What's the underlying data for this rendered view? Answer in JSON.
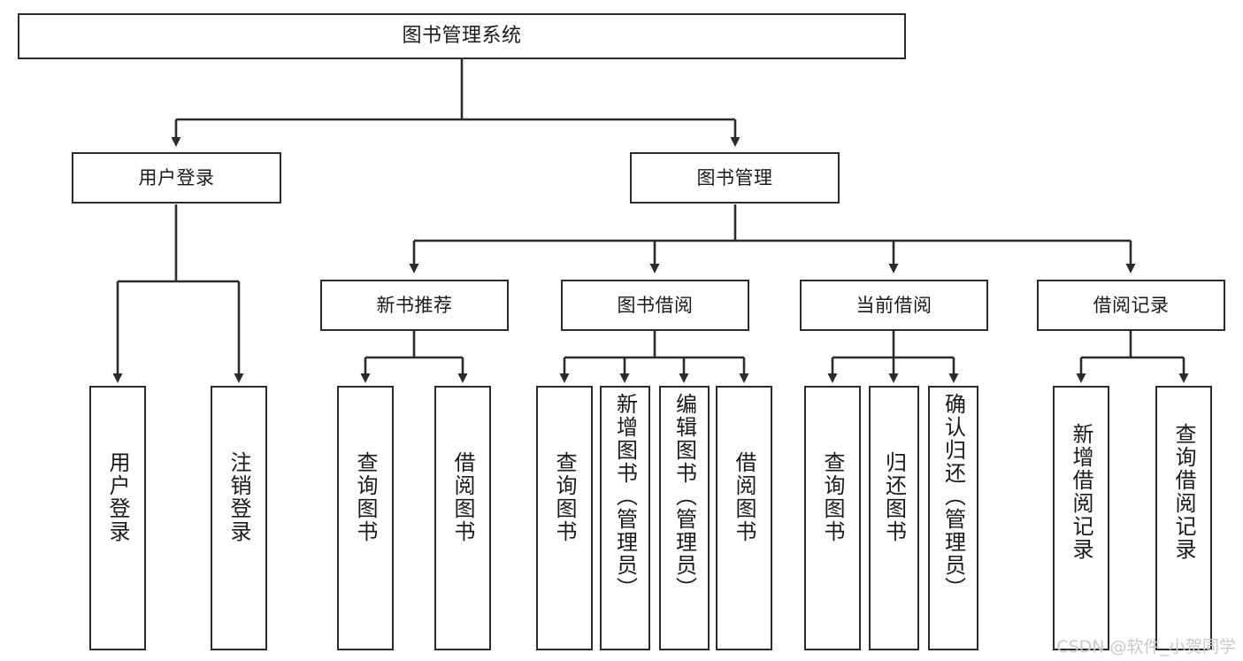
{
  "diagram": {
    "type": "tree-hierarchy-chart",
    "title": "图书管理系统",
    "stroke_color": "#2b2b2b",
    "fill_color": "#ffffff",
    "text_color": "#1a1a1a",
    "nodes": {
      "root": {
        "label": "图书管理系统"
      },
      "level1": [
        {
          "id": "user-login",
          "label": "用户登录"
        },
        {
          "id": "book-manage",
          "label": "图书管理"
        }
      ],
      "level2": [
        {
          "id": "new-book-recommend",
          "label": "新书推荐"
        },
        {
          "id": "book-borrow",
          "label": "图书借阅"
        },
        {
          "id": "current-borrow",
          "label": "当前借阅"
        },
        {
          "id": "borrow-record",
          "label": "借阅记录"
        }
      ],
      "leaves": [
        {
          "id": "leaf-user-login",
          "label": "用户登录",
          "parent": "user-login"
        },
        {
          "id": "leaf-logout-login",
          "label": "注销登录",
          "parent": "user-login"
        },
        {
          "id": "leaf-query-book-1",
          "label": "查询图书",
          "parent": "new-book-recommend"
        },
        {
          "id": "leaf-borrow-book-1",
          "label": "借阅图书",
          "parent": "new-book-recommend"
        },
        {
          "id": "leaf-query-book-2",
          "label": "查询图书",
          "parent": "book-borrow"
        },
        {
          "id": "leaf-add-book",
          "label": "新增图书（管理员）",
          "parent": "book-borrow"
        },
        {
          "id": "leaf-edit-book",
          "label": "编辑图书（管理员）",
          "parent": "book-borrow"
        },
        {
          "id": "leaf-borrow-book-2",
          "label": "借阅图书",
          "parent": "book-borrow"
        },
        {
          "id": "leaf-query-book-3",
          "label": "查询图书",
          "parent": "current-borrow"
        },
        {
          "id": "leaf-return-book",
          "label": "归还图书",
          "parent": "current-borrow"
        },
        {
          "id": "leaf-confirm-return",
          "label": "确认归还（管理员）",
          "parent": "current-borrow"
        },
        {
          "id": "leaf-add-record",
          "label": "新增借阅记录",
          "parent": "borrow-record"
        },
        {
          "id": "leaf-query-record",
          "label": "查询借阅记录",
          "parent": "borrow-record"
        }
      ]
    }
  },
  "watermark": {
    "text": "CSDN @软件_小贺同学"
  }
}
